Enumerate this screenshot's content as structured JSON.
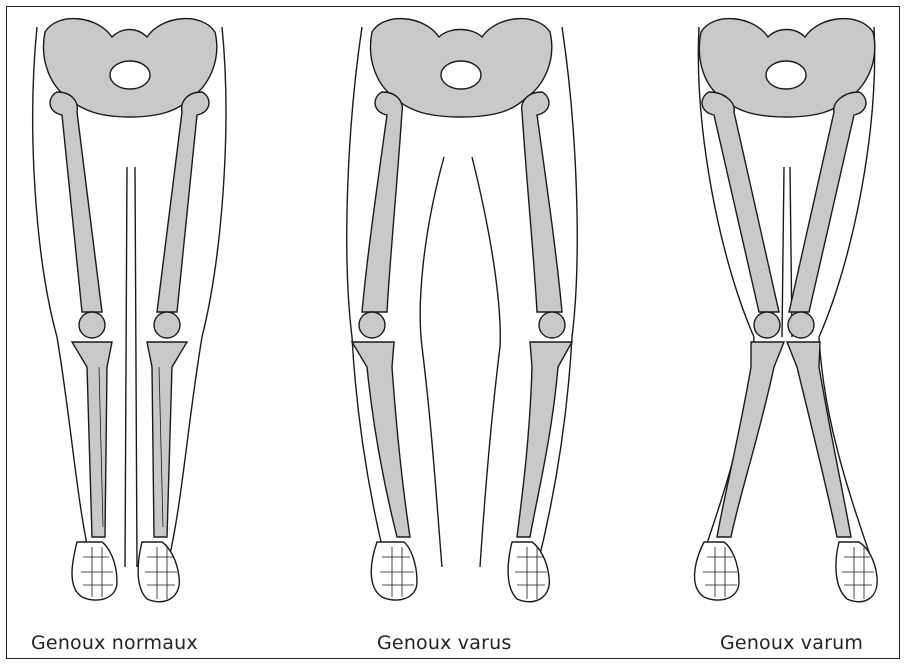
{
  "figure": {
    "captions": {
      "normal": "Genoux normaux",
      "varus": "Genoux varus",
      "valgum": "Genoux varum"
    },
    "colors": {
      "bone": "#c9c9c9",
      "outline": "#1a1a1a",
      "background": "#ffffff"
    }
  }
}
